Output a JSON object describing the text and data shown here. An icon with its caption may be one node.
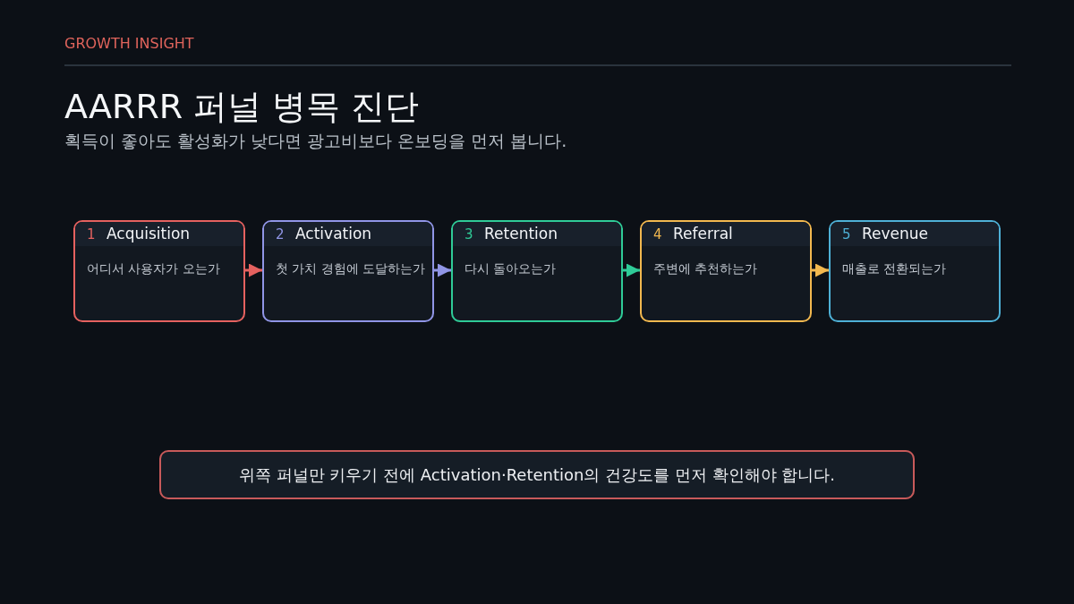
{
  "diagram": {
    "title": "AARRR 퍼널 병목 진단",
    "nodes": [
      {
        "text": [
          "1",
          "Acquisition",
          "어디서 사용자가 오는가"
        ]
      },
      {
        "text": [
          "2",
          "Activation",
          "첫 가치 경험에 도달하는가"
        ]
      },
      {
        "text": [
          "3",
          "Retention",
          "다시 돌아오는가"
        ]
      },
      {
        "text": [
          "4",
          "Referral",
          "주변에 추천하는가"
        ]
      },
      {
        "text": [
          "5",
          "Revenue",
          "매출로 전환되는가"
        ]
      },
      {
        "text": [
          "위쪽 퍼널만 키우기 전에 Activation·Retention의 건강도를 먼저 확인해야 합니다."
        ]
      }
    ],
    "edges": [
      {
        "from": 0,
        "to": 1,
        "arrow": "to",
        "color": "#e5615f"
      },
      {
        "from": 1,
        "to": 2,
        "arrow": "to",
        "color": "#9095e6"
      },
      {
        "from": 2,
        "to": 3,
        "arrow": "to",
        "color": "#2fcb97"
      },
      {
        "from": 3,
        "to": 4,
        "arrow": "to",
        "color": "#f2b84f"
      }
    ],
    "labels": [
      "GROWTH INSIGHT",
      "획득이 좋아도 활성화가 낮다면 광고비보다 온보딩을 먼저 봅니다."
    ]
  }
}
